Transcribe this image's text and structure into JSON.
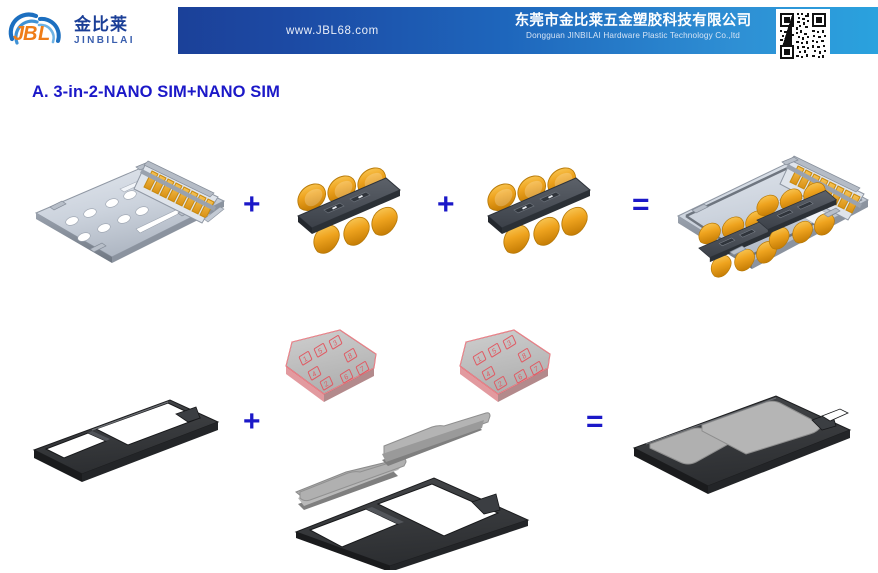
{
  "header": {
    "logo": {
      "mark": "jbl-logo-icon",
      "cn": "金比莱",
      "en": "JINBILAI"
    },
    "website": "www.JBL68.com",
    "company_cn": "东莞市金比莱五金塑胶科技有限公司",
    "company_en": "Dongguan  JINBILAI Hardware Plastic Technology Co.,ltd",
    "qr": "qr-code-icon",
    "colors": {
      "band_left": "#1b3f97",
      "band_right": "#2aa2de",
      "logo_orange": "#ef7d18",
      "logo_blue": "#1c6fc0"
    }
  },
  "title": "A. 3-in-2-NANO SIM+NANO SIM",
  "diagram": {
    "accent_color": "#1b18c8",
    "rows": [
      {
        "id": "row-connector",
        "items": [
          {
            "id": "connector-shell",
            "name": "sim-connector-metal-shell",
            "label": "Metal shell with contact pins"
          },
          {
            "op": "+"
          },
          {
            "id": "contact-block-1",
            "name": "gold-contact-block",
            "label": "Gold contact spring block"
          },
          {
            "op": "+"
          },
          {
            "id": "contact-block-2",
            "name": "gold-contact-block",
            "label": "Gold contact spring block"
          },
          {
            "op": "="
          },
          {
            "id": "connector-assembled",
            "name": "sim-connector-assembled",
            "label": "Assembled 3-in-2 connector"
          }
        ]
      },
      {
        "id": "row-tray",
        "items": [
          {
            "id": "sim-tray-empty",
            "name": "sim-card-tray-empty",
            "label": "Dual nano SIM tray"
          },
          {
            "op": "+"
          },
          {
            "id": "nano-sim-1",
            "name": "nano-sim-card",
            "label": "NANO SIM"
          },
          {
            "id": "nano-sim-2",
            "name": "nano-sim-card",
            "label": "NANO SIM"
          },
          {
            "id": "tray-exploded",
            "name": "sim-tray-exploded",
            "label": "Tray with cards exploded"
          },
          {
            "op": "="
          },
          {
            "id": "tray-assembled",
            "name": "sim-tray-assembled",
            "label": "Tray with two NANO SIM cards"
          }
        ]
      }
    ],
    "sim_contact_labels": [
      "1",
      "5",
      "3",
      "8",
      "4",
      "7",
      "2",
      "6"
    ],
    "materials": {
      "metal": "#c9cfd8",
      "gold": "#e9a426",
      "plastic_dark": "#4a4f55",
      "tray_black": "#2b2b2d",
      "card_gray": "#a8a8a8",
      "sim_outline_red": "#e05a63"
    }
  }
}
